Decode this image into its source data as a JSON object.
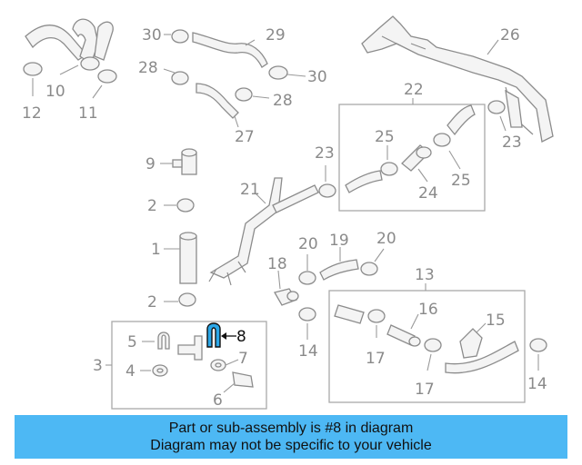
{
  "diagram": {
    "callouts": [
      "1",
      "2",
      "2",
      "3",
      "4",
      "5",
      "6",
      "7",
      "8",
      "9",
      "10",
      "11",
      "12",
      "13",
      "14",
      "14",
      "15",
      "16",
      "17",
      "17",
      "18",
      "19",
      "20",
      "20",
      "21",
      "22",
      "23",
      "23",
      "24",
      "25",
      "25",
      "26",
      "27",
      "28",
      "28",
      "29",
      "30",
      "30"
    ],
    "highlighted_part": "8",
    "highlight_color": "#2aa7e8"
  },
  "banner": {
    "line1": "Part or sub-assembly is #8 in diagram",
    "line2": "Diagram may not be specific to your vehicle",
    "color": "#4db8f4"
  }
}
